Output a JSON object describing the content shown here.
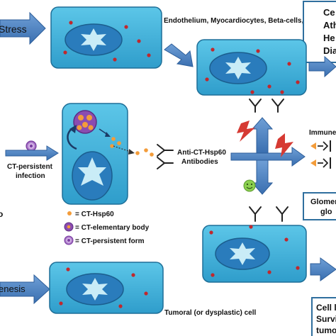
{
  "labels": {
    "stress": "Stress",
    "endothelium": "Endothelium, Myocardiocytes, Beta-cells, etc",
    "ct_persistent_infection_1": "CT-persistent",
    "ct_persistent_infection_2": "infection",
    "anti_ct_hsp60_1": "Anti-CT-Hsp60",
    "anti_ct_hsp60_2": "Antibodies",
    "immune": "Immune",
    "genesis": "enesis",
    "tumoral_cell": "Tumoral (or dysplastic) cell",
    "digit_o": "o"
  },
  "legend": {
    "hsp60": "= CT-Hsp60",
    "elementary_body": "= CT-elementary body",
    "persistent_form": "= CT-persistent form"
  },
  "boxes": {
    "top_right": [
      "Ce",
      "Ath",
      "He",
      "Dia"
    ],
    "glomer": [
      "Glomer",
      "glo"
    ],
    "bottom_right": [
      "Cell ly",
      "Surviv",
      "tumor"
    ]
  },
  "colors": {
    "cell_fill": "#3fb0d8",
    "cell_border": "#1e6f98",
    "nucleus_fill": "#2a7cbc",
    "star_fill": "#c9ecf7",
    "dot_red": "#c0282d",
    "arrow_blue": "#4a82c4",
    "hsp60_orange": "#f39c3a",
    "elementary_purple": "#8a4cb0",
    "lightning_red": "#d63a33",
    "smiley_green": "#8bd04f"
  },
  "icons": {
    "lightning": "lightning-icon",
    "smiley": "smiley-icon",
    "antibody": "antibody-icon"
  }
}
